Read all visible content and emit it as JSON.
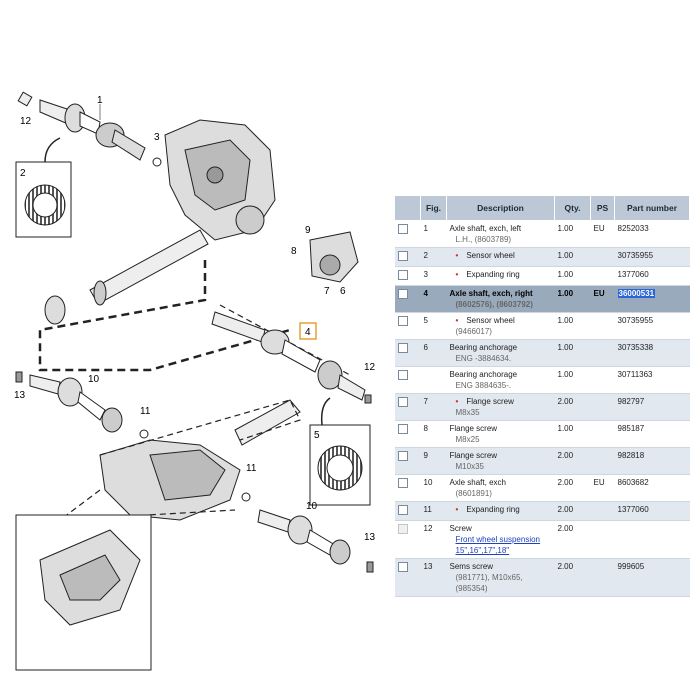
{
  "diagram": {
    "callouts": [
      "1",
      "12",
      "2",
      "3",
      "9",
      "8",
      "7",
      "6",
      "4",
      "12",
      "13",
      "10",
      "11",
      "5",
      "11",
      "10",
      "13"
    ]
  },
  "table": {
    "headers": {
      "fig": "Fig.",
      "description": "Description",
      "qty": "Qty.",
      "ps": "PS",
      "part": "Part number"
    },
    "rows": [
      {
        "fig": "1",
        "desc": "Axle shaft, exch, left",
        "sub": "L.H., (8603789)",
        "qty": "1.00",
        "ps": "EU",
        "part": "8252033",
        "bullet": false
      },
      {
        "fig": "2",
        "desc": "Sensor wheel",
        "sub": "",
        "qty": "1.00",
        "ps": "",
        "part": "30735955",
        "bullet": true
      },
      {
        "fig": "3",
        "desc": "Expanding ring",
        "sub": "",
        "qty": "1.00",
        "ps": "",
        "part": "1377060",
        "bullet": true
      },
      {
        "fig": "4",
        "desc": "Axle shaft, exch, right",
        "sub": "(8602576), (8603792)",
        "qty": "1.00",
        "ps": "EU",
        "part": "36000531",
        "bullet": false
      },
      {
        "fig": "5",
        "desc": "Sensor wheel",
        "sub": "(9466017)",
        "qty": "1.00",
        "ps": "",
        "part": "30735955",
        "bullet": true
      },
      {
        "fig": "6",
        "desc": "Bearing anchorage",
        "sub": "ENG -3884634.",
        "qty": "1.00",
        "ps": "",
        "part": "30735338",
        "bullet": false
      },
      {
        "fig": "",
        "desc": "Bearing anchorage",
        "sub": "ENG 3884635-.",
        "qty": "1.00",
        "ps": "",
        "part": "30711363",
        "bullet": false
      },
      {
        "fig": "7",
        "desc": "Flange screw",
        "sub": "M8x35",
        "qty": "2.00",
        "ps": "",
        "part": "982797",
        "bullet": true
      },
      {
        "fig": "8",
        "desc": "Flange screw",
        "sub": "M8x25",
        "qty": "1.00",
        "ps": "",
        "part": "985187",
        "bullet": false
      },
      {
        "fig": "9",
        "desc": "Flange screw",
        "sub": "M10x35",
        "qty": "2.00",
        "ps": "",
        "part": "982818",
        "bullet": false
      },
      {
        "fig": "10",
        "desc": "Axle shaft, exch",
        "sub": "(8601891)",
        "qty": "2.00",
        "ps": "EU",
        "part": "8603682",
        "bullet": false
      },
      {
        "fig": "11",
        "desc": "Expanding ring",
        "sub": "",
        "qty": "2.00",
        "ps": "",
        "part": "1377060",
        "bullet": true
      },
      {
        "fig": "12",
        "desc": "Screw",
        "sub": "Front wheel suspension 15\",16\",17\",18\"",
        "qty": "2.00",
        "ps": "",
        "part": "",
        "bullet": false
      },
      {
        "fig": "13",
        "desc": "Sems screw",
        "sub": "(981771), M10x65, (985354)",
        "qty": "2.00",
        "ps": "",
        "part": "999605",
        "bullet": false
      }
    ]
  },
  "colors": {
    "header": "#bcc8d6",
    "selected_row": "#9aaabd",
    "alt_row": "#e2e8f0",
    "bullet": "#d03030",
    "link": "#2040c0",
    "highlight": "#2a64d6",
    "callout_box": "#e8a030"
  }
}
